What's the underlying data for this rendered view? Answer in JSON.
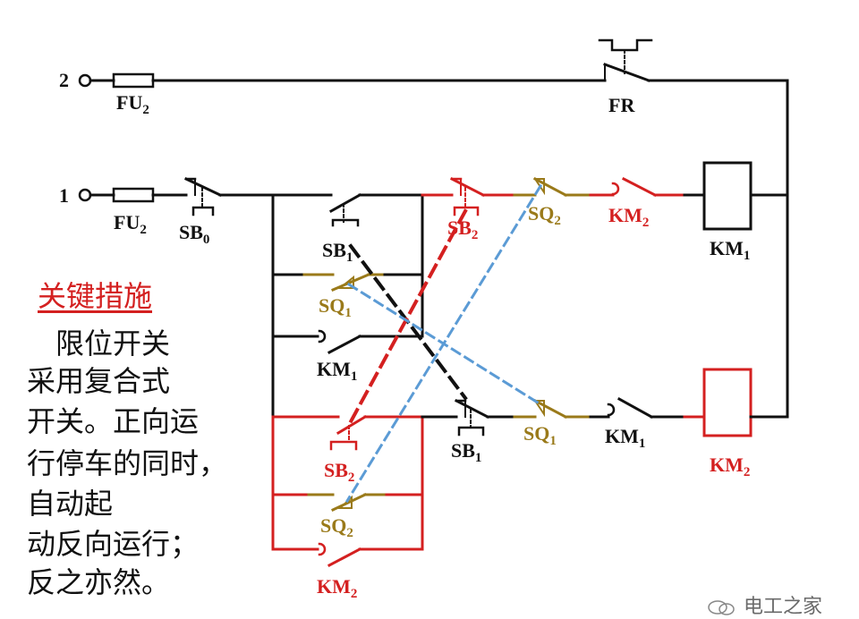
{
  "colors": {
    "black": "#111111",
    "red": "#d42020",
    "olive": "#9a7a1a",
    "blue": "#5b9bd5"
  },
  "terminals": {
    "t2": "2",
    "t1": "1"
  },
  "labels": {
    "fu2_top": {
      "main": "FU",
      "sub": "2"
    },
    "fr": "FR",
    "fu2_bottom": {
      "main": "FU",
      "sub": "2"
    },
    "sb0": {
      "main": "SB",
      "sub": "0"
    },
    "sb1_top": {
      "main": "SB",
      "sub": "1"
    },
    "sb2_top": {
      "main": "SB",
      "sub": "2"
    },
    "sq2_top": {
      "main": "SQ",
      "sub": "2"
    },
    "km2_top": {
      "main": "KM",
      "sub": "2"
    },
    "km1_coil": {
      "main": "KM",
      "sub": "1"
    },
    "sq1_left": {
      "main": "SQ",
      "sub": "1"
    },
    "km1_left": {
      "main": "KM",
      "sub": "1"
    },
    "sb2_bottom": {
      "main": "SB",
      "sub": "2"
    },
    "sq2_bottom": {
      "main": "SQ",
      "sub": "2"
    },
    "km2_bottom": {
      "main": "KM",
      "sub": "2"
    },
    "sb1_bottom": {
      "main": "SB",
      "sub": "1"
    },
    "sq1_bottom": {
      "main": "SQ",
      "sub": "1"
    },
    "km1_bottom": {
      "main": "KM",
      "sub": "1"
    },
    "km2_coil": {
      "main": "KM",
      "sub": "2"
    }
  },
  "text": {
    "heading": "关键措施",
    "lines": [
      "　限位开关",
      "采用复合式",
      "开关。正向运",
      "行停车的同时，",
      "自动起",
      "动反向运行；",
      "反之亦然。"
    ],
    "watermark": "电工之家"
  }
}
